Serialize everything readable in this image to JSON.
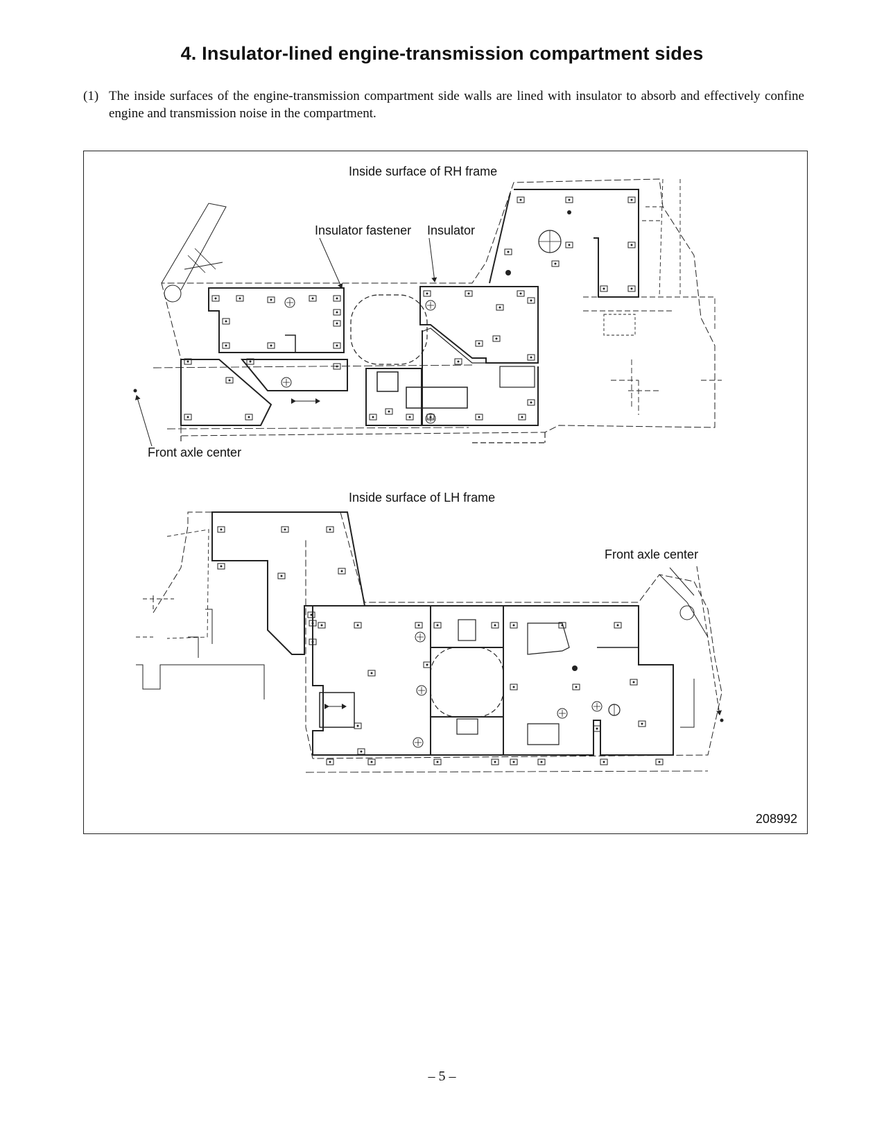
{
  "document": {
    "section_title": "4. Insulator-lined engine-transmission compartment sides",
    "paragraph": {
      "number": "(1)",
      "text": "The inside surfaces of the engine-transmission compartment side walls are lined with insulator to absorb and effectively confine engine and transmission noise in the compartment."
    },
    "page_number": "– 5 –"
  },
  "figure": {
    "rh_frame": {
      "title": "Inside surface of RH frame",
      "callout_fastener": "Insulator fastener",
      "callout_insulator": "Insulator",
      "front_axle_label": "Front axle center"
    },
    "lh_frame": {
      "title": "Inside surface of LH frame",
      "front_axle_label": "Front axle center"
    },
    "figure_number": "208992"
  }
}
